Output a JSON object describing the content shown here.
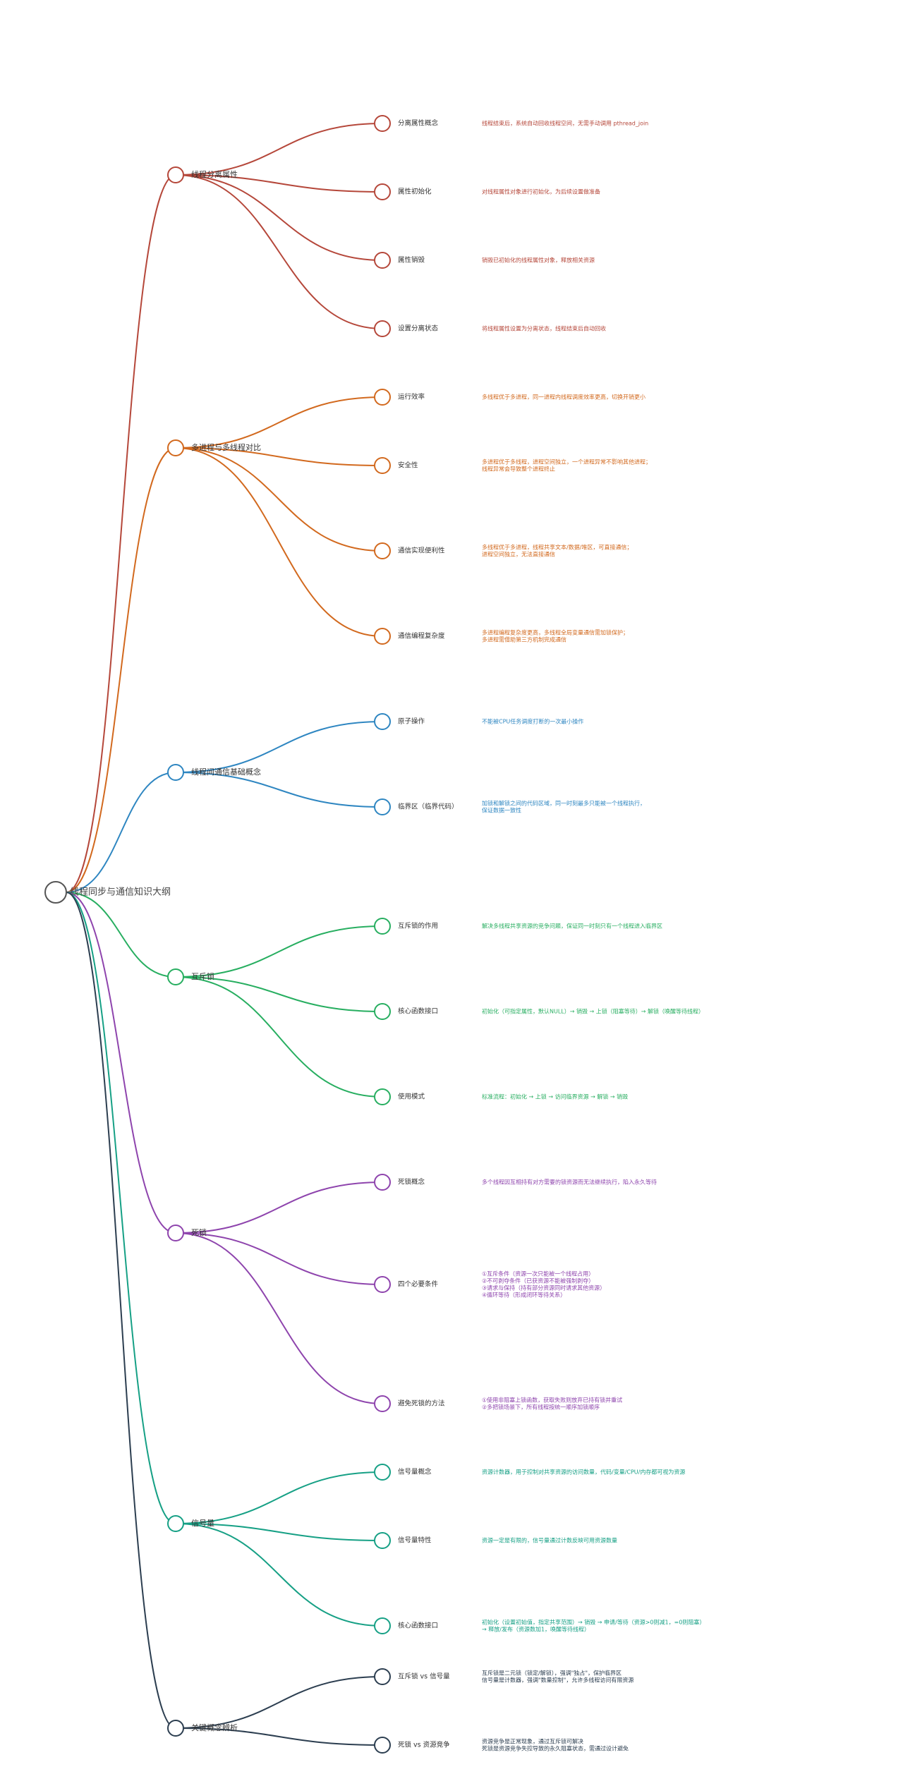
{
  "root": {
    "label": "线程同步与通信知识大纲",
    "color": "#555555"
  },
  "branches": [
    {
      "label": "线程分离属性",
      "color": "#b5473a",
      "leaves": [
        {
          "label": "分离属性概念",
          "desc": [
            "线程结束后，系统自动回收线程空间，无需手动调用 pthread_join"
          ]
        },
        {
          "label": "属性初始化",
          "desc": [
            "对线程属性对象进行初始化，为后续设置做准备"
          ]
        },
        {
          "label": "属性销毁",
          "desc": [
            "销毁已初始化的线程属性对象，释放相关资源"
          ]
        },
        {
          "label": "设置分离状态",
          "desc": [
            "将线程属性设置为分离状态，线程结束后自动回收"
          ]
        }
      ]
    },
    {
      "label": "多进程与多线程对比",
      "color": "#d2691e",
      "leaves": [
        {
          "label": "运行效率",
          "desc": [
            "多线程优于多进程，同一进程内线程调度效率更高，切换开销更小"
          ]
        },
        {
          "label": "安全性",
          "desc": [
            "多进程优于多线程，进程空间独立，一个进程异常不影响其他进程；",
            "线程异常会导致整个进程终止"
          ]
        },
        {
          "label": "通信实现便利性",
          "desc": [
            "多线程优于多进程，线程共享文本/数据/堆区，可直接通信；",
            "进程空间独立，无法直接通信"
          ]
        },
        {
          "label": "通信编程复杂度",
          "desc": [
            "多进程编程复杂度更高，多线程全局变量通信需加锁保护；",
            "多进程需借助第三方机制完成通信"
          ]
        }
      ]
    },
    {
      "label": "线程间通信基础概念",
      "color": "#2e86c1",
      "leaves": [
        {
          "label": "原子操作",
          "desc": [
            "不能被CPU任务调度打断的一次最小操作"
          ]
        },
        {
          "label": "临界区（临界代码）",
          "desc": [
            "加锁和解锁之间的代码区域，同一时刻最多只能被一个线程执行，",
            "保证数据一致性"
          ]
        }
      ]
    },
    {
      "label": "互斥锁",
      "color": "#27ae60",
      "leaves": [
        {
          "label": "互斥锁的作用",
          "desc": [
            "解决多线程共享资源的竞争问题，保证同一时刻只有一个线程进入临界区"
          ]
        },
        {
          "label": "核心函数接口",
          "desc": [
            "初始化（可指定属性，默认NULL）→ 销毁 → 上锁（阻塞等待）→ 解锁（唤醒等待线程）"
          ]
        },
        {
          "label": "使用模式",
          "desc": [
            "标准流程：初始化 → 上锁 → 访问临界资源 → 解锁 → 销毁"
          ]
        }
      ]
    },
    {
      "label": "死锁",
      "color": "#8e44ad",
      "leaves": [
        {
          "label": "死锁概念",
          "desc": [
            "多个线程因互相持有对方需要的锁资源而无法继续执行，陷入永久等待"
          ]
        },
        {
          "label": "四个必要条件",
          "desc": [
            "①互斥条件（资源一次只能被一个线程占用）",
            "②不可剥夺条件（已获资源不能被强制剥夺）",
            "③请求与保持（持有部分资源同时请求其他资源）",
            "④循环等待（形成闭环等待关系）"
          ]
        },
        {
          "label": "避免死锁的方法",
          "desc": [
            "①使用非阻塞上锁函数，获取失败则放弃已持有锁并重试",
            "②多把锁场景下，所有线程按统一顺序加锁顺序"
          ]
        }
      ]
    },
    {
      "label": "信号量",
      "color": "#16a085",
      "leaves": [
        {
          "label": "信号量概念",
          "desc": [
            "资源计数器，用于控制对共享资源的访问数量，代码/变量/CPU/内存都可视为资源"
          ]
        },
        {
          "label": "信号量特性",
          "desc": [
            "资源一定是有限的，信号量通过计数反映可用资源数量"
          ]
        },
        {
          "label": "核心函数接口",
          "desc": [
            "初始化（设置初始值，指定共享范围）→ 销毁 → 申请/等待（资源>0则减1，=0则阻塞）",
            "→ 释放/发布（资源数加1，唤醒等待线程）"
          ]
        }
      ]
    },
    {
      "label": "关键概念辨析",
      "color": "#2c3e50",
      "leaves": [
        {
          "label": "互斥锁 vs 信号量",
          "desc": [
            "互斥锁是二元锁（锁定/解锁），强调\"独占\"，保护临界区",
            "信号量是计数器，强调\"数量控制\"，允许多线程访问有限资源"
          ]
        },
        {
          "label": "死锁 vs 资源竞争",
          "desc": [
            "资源竞争是正常现象，通过互斥锁可解决",
            "死锁是资源竞争失控导致的永久阻塞状态，需通过设计避免"
          ]
        }
      ]
    }
  ]
}
